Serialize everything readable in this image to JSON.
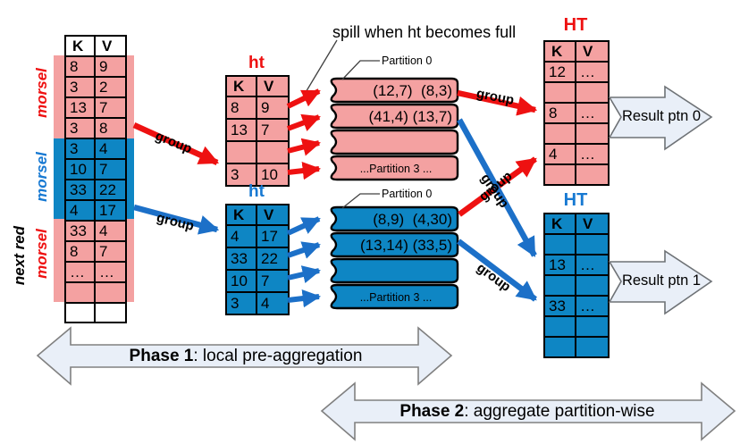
{
  "colors": {
    "pink_fill": "#F4A1A1",
    "blue_fill": "#0E86C4",
    "red_accent": "#EE1111",
    "blue_arrow": "#1C70C8",
    "blue_title": "#1779D2",
    "block_arrow_fill": "#E9EFF8",
    "block_arrow_stroke": "#808080"
  },
  "spill_note": "spill when ht becomes full",
  "morsel": {
    "header": [
      "K",
      "V"
    ],
    "side_labels": [
      {
        "text": "morsel",
        "color": "red"
      },
      {
        "text": "morsel",
        "color": "blue"
      },
      {
        "text": "morsel",
        "color": "red"
      },
      {
        "text": "next red",
        "color": "black"
      }
    ],
    "blocks": [
      {
        "rows": [
          [
            "8",
            "9"
          ],
          [
            "3",
            "2"
          ],
          [
            "13",
            "7"
          ],
          [
            "3",
            "8"
          ]
        ]
      },
      {
        "rows": [
          [
            "3",
            "4"
          ],
          [
            "10",
            "7"
          ],
          [
            "33",
            "22"
          ],
          [
            "4",
            "17"
          ]
        ]
      },
      {
        "rows": [
          [
            "33",
            "4"
          ],
          [
            "8",
            "7"
          ],
          [
            "…",
            "…"
          ],
          [
            "",
            ""
          ]
        ]
      }
    ]
  },
  "ht_red": {
    "title": "ht",
    "header": [
      "K",
      "V"
    ],
    "rows": [
      [
        "8",
        "9"
      ],
      [
        "13",
        "7"
      ],
      [
        "",
        ""
      ],
      [
        "3",
        "10"
      ]
    ]
  },
  "ht_blue": {
    "title": "ht",
    "header": [
      "K",
      "V"
    ],
    "rows": [
      [
        "4",
        "17"
      ],
      [
        "33",
        "22"
      ],
      [
        "10",
        "7"
      ],
      [
        "3",
        "4"
      ]
    ]
  },
  "partitions_red": {
    "callout": "Partition 0",
    "strips": [
      "(12,7)  (8,3)",
      "(41,4) (13,7)",
      "",
      "...Partition 3 ..."
    ]
  },
  "partitions_blue": {
    "callout": "Partition 0",
    "strips": [
      "(8,9)  (4,30)",
      "(13,14) (33,5)",
      "",
      "...Partition 3 ..."
    ]
  },
  "HT_red": {
    "title": "HT",
    "header": [
      "K",
      "V"
    ],
    "rows": [
      [
        "12",
        "…"
      ],
      [
        "",
        ""
      ],
      [
        "8",
        "…"
      ],
      [
        "",
        ""
      ],
      [
        "4",
        "…"
      ],
      [
        "",
        ""
      ]
    ]
  },
  "HT_blue": {
    "title": "HT",
    "header": [
      "K",
      "V"
    ],
    "rows": [
      [
        "",
        ""
      ],
      [
        "13",
        "…"
      ],
      [
        "",
        ""
      ],
      [
        "33",
        "…"
      ],
      [
        "",
        ""
      ],
      [
        "",
        ""
      ]
    ]
  },
  "results": [
    {
      "label": "Result ptn 0"
    },
    {
      "label": "Result ptn 1"
    }
  ],
  "group_labels": [
    "group",
    "group",
    "group",
    "group",
    "group",
    "group"
  ],
  "phases": [
    {
      "bold": "Phase 1",
      "rest": ": local pre-aggregation"
    },
    {
      "bold": "Phase 2",
      "rest": ": aggregate partition-wise"
    }
  ]
}
